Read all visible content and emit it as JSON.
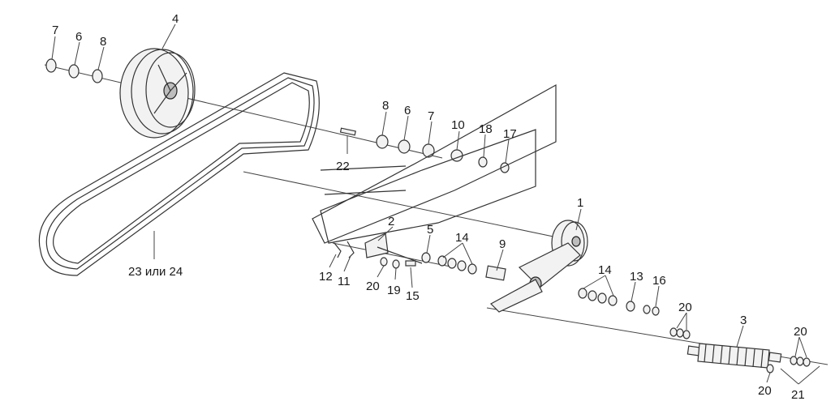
{
  "diagram": {
    "labels": {
      "l1": "1",
      "l2": "2",
      "l3": "3",
      "l4": "4",
      "l5": "5",
      "l6a": "6",
      "l6b": "6",
      "l7a": "7",
      "l7b": "7",
      "l8a": "8",
      "l8b": "8",
      "l9": "9",
      "l10": "10",
      "l11": "11",
      "l12": "12",
      "l13": "13",
      "l14a": "14",
      "l14b": "14",
      "l15": "15",
      "l16": "16",
      "l17": "17",
      "l18": "18",
      "l19": "19",
      "l20a": "20",
      "l20b": "20",
      "l20c": "20",
      "l20d": "20",
      "l21": "21",
      "l22": "22",
      "l23": "23 или 24"
    }
  }
}
